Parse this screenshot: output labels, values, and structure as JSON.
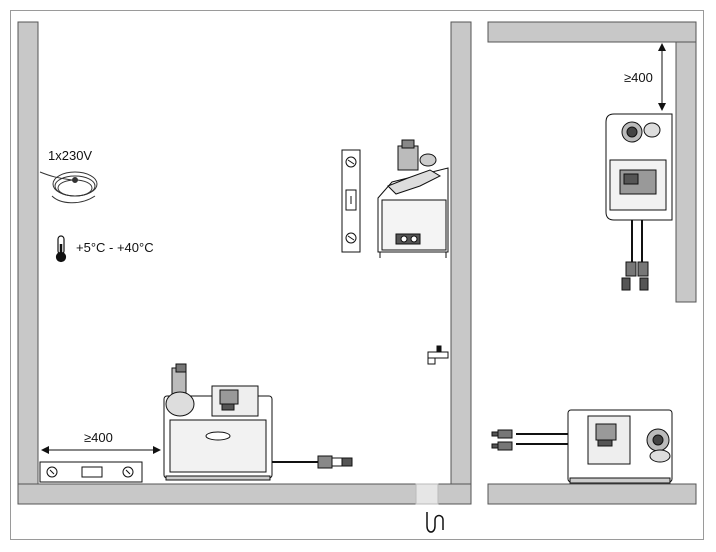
{
  "labels": {
    "power": "1x230V",
    "temperature_range": "+5°C - +40°C",
    "clearance_front": "≥400",
    "clearance_top": "≥400"
  },
  "icons": [
    "power-cable-icon",
    "thermometer-icon",
    "water-tap-icon",
    "drain-symbol-icon",
    "spirit-level-icon"
  ],
  "colors": {
    "wall": "#c8c8c8",
    "wall_stroke": "#555555",
    "line": "#222222",
    "drain_opening": "#e6e6e6"
  }
}
